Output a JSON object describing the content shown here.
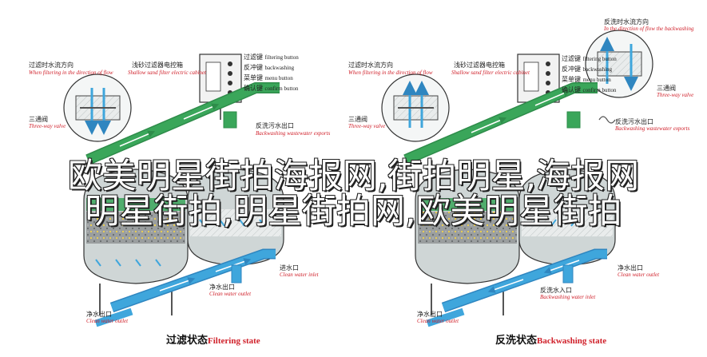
{
  "panels": [
    {
      "labels": {
        "flow_dir_cn": "过滤时水流方向",
        "flow_dir_en": "When filtering in the direction of flow",
        "cabinet_cn": "浅砂过滤器电控箱",
        "cabinet_en": "Shallow sand filter electric cabinet",
        "btn1_cn": "过滤键",
        "btn1_en": "filtering button",
        "btn2_cn": "反冲键",
        "btn2_en": "backwashing",
        "btn3_cn": "菜单键",
        "btn3_en": "menu button",
        "btn4_cn": "确认键",
        "btn4_en": "confirm button",
        "valve_cn": "三通阀",
        "valve_en": "Three-way valve",
        "sewage_cn": "反洗污水出口",
        "sewage_en": "Backwashing wastewater exports",
        "inlet_cn": "进水口",
        "inlet_en": "Clean water inlet",
        "outlet_cn": "净水出口",
        "outlet_en": "Clean water outlet",
        "outlet2_cn": "净水出口",
        "outlet2_en": "Clean water outlet"
      },
      "title_cn": "过滤状态",
      "title_en": "Filtering state"
    },
    {
      "labels": {
        "flow_dir_cn": "过滤时水流方向",
        "flow_dir_en": "When filtering in the direction of flow",
        "cabinet_cn": "浅砂过滤器电控箱",
        "cabinet_en": "Shallow sand filter electric cabinet",
        "btn1_cn": "过滤键",
        "btn1_en": "filtering button",
        "btn2_cn": "反冲键",
        "btn2_en": "backwashing",
        "btn3_cn": "菜单键",
        "btn3_en": "menu button",
        "btn4_cn": "确认键",
        "btn4_en": "confirm button",
        "valve_cn": "三通阀",
        "valve_en": "Three-way valve",
        "sewage_cn": "反洗污水出口",
        "sewage_en": "Backwashing wastewater exports",
        "inlet_cn": "反洗水入口",
        "inlet_en": "Backwashing water inlet",
        "outlet_cn": "净水出口",
        "outlet_en": "Clean water outlet",
        "outlet2_cn": "净水出口",
        "outlet2_en": "Clean water outlet",
        "backwash_dir_cn": "反洗时水流方向",
        "backwash_dir_en": "In the direction of flow the backwashing"
      },
      "title_cn": "反洗状态",
      "title_en": "Backwashing state"
    }
  ],
  "overlay": {
    "line1": "欧美明星街拍海报网,街拍明星,海报网",
    "line2": "明星街拍,明星街拍网,欧美明星街拍"
  },
  "colors": {
    "pipe_green": "#3aa65a",
    "pipe_blue": "#3fa6dc",
    "tank_grey": "#8a8f90",
    "label_red": "#d0202a"
  }
}
